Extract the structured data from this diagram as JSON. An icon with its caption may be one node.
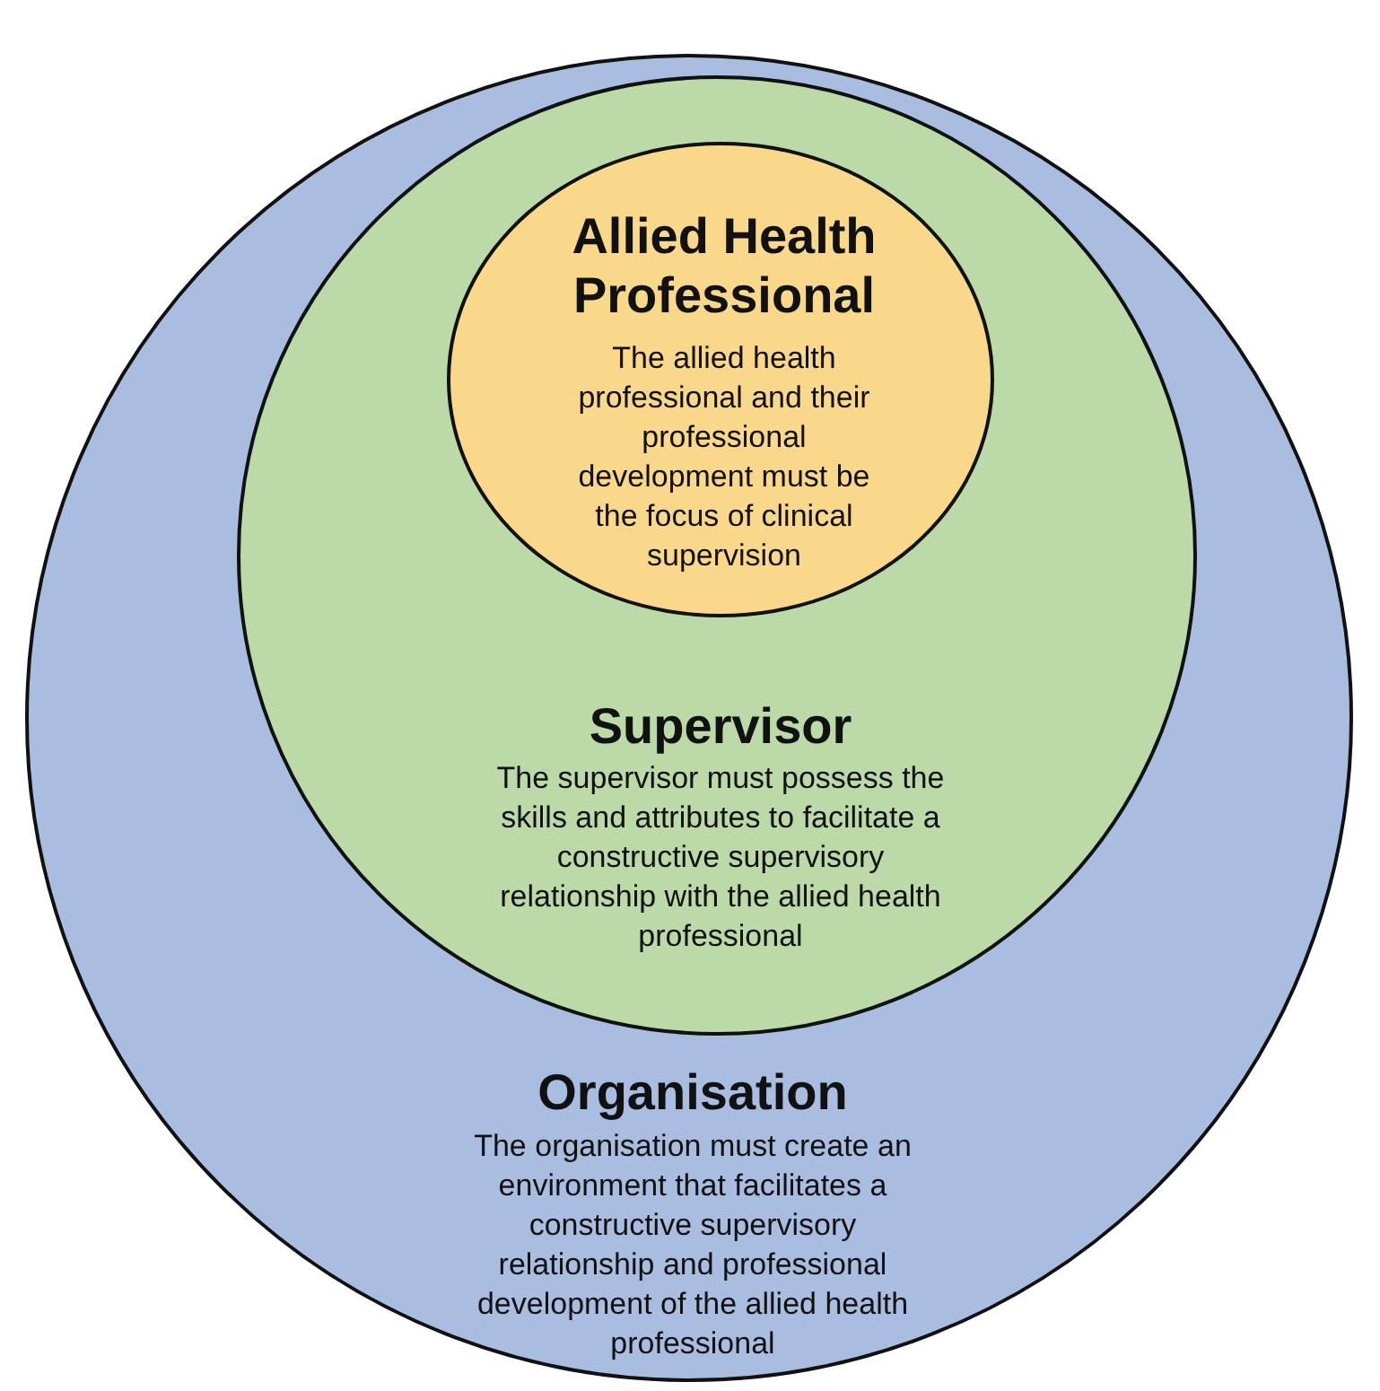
{
  "diagram": {
    "nodes": [
      {
        "text": [
          "Organisation",
          "The organisation must create an environment that facilitates a constructive supervisory relationship and professional development of the allied health professional"
        ]
      },
      {
        "text": [
          "Supervisor",
          "The supervisor must possess the skills and attributes to facilitate a constructive supervisory relationship with the allied health professional"
        ],
        "in": 0
      },
      {
        "text": [
          "Allied Health Professional",
          "The allied health professional and their professional development must be the focus of clinical supervision"
        ],
        "in": 1
      }
    ]
  }
}
